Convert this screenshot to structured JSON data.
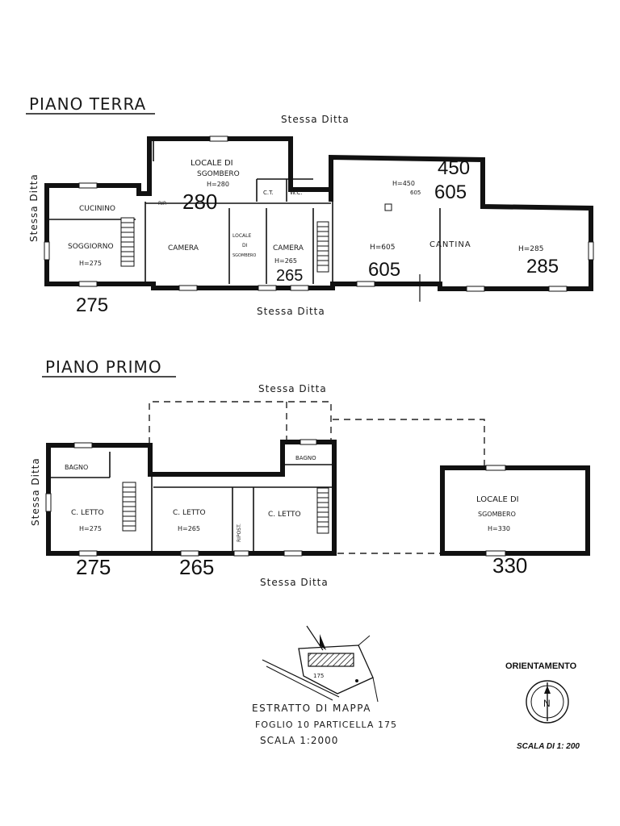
{
  "ground_floor": {
    "title": "PIANO TERRA",
    "neighbor_top": "Stessa Ditta",
    "neighbor_left": "Stessa Ditta",
    "neighbor_bottom": "Stessa Ditta",
    "rooms": {
      "locale_sgombero": "LOCALE DI",
      "locale_sgombero_2": "SGOMBERO",
      "locale_sgombero_h": "H=280",
      "ct": "C.T.",
      "wc": "W.C.",
      "cucinino": "CUCININO",
      "soggiorno": "SOGGIORNO",
      "soggiorno_h": "H=275",
      "camera1": "CAMERA",
      "locale_small_1": "LOCALE",
      "locale_small_2": "DI",
      "locale_small_3": "SGOMBERO",
      "camera2": "CAMERA",
      "camera2_h": "H=265",
      "h450": "H=450",
      "h450_sub": "605",
      "h605": "H=605",
      "cantina": "CANTINA",
      "h285": "H=285",
      "rip": "RIP."
    },
    "heights": {
      "h280": "280",
      "h450": "450",
      "h605_top": "605",
      "h605": "605",
      "h285": "285",
      "h265": "265",
      "h275": "275"
    }
  },
  "first_floor": {
    "title": "PIANO PRIMO",
    "neighbor_top": "Stessa Ditta",
    "neighbor_left": "Stessa Ditta",
    "neighbor_bottom": "Stessa Ditta",
    "rooms": {
      "bagno1": "BAGNO",
      "letto1": "C. LETTO",
      "letto1_h": "H=275",
      "letto2": "C. LETTO",
      "letto2_h": "H=265",
      "ripost": "RIPOST.",
      "bagno2": "BAGNO",
      "letto3": "C. LETTO",
      "locale_1": "LOCALE DI",
      "locale_2": "SGOMBERO",
      "locale_h": "H=330"
    },
    "heights": {
      "h275": "275",
      "h265": "265",
      "h330": "330"
    }
  },
  "map_extract": {
    "line1": "ESTRATTO DI MAPPA",
    "line2": "FOGLIO 10 PARTICELLA 175",
    "line3": "SCALA 1:2000",
    "parcel": "175"
  },
  "orientation": {
    "label": "ORIENTAMENTO",
    "north": "N",
    "scale": "SCALA DI 1: 200"
  }
}
